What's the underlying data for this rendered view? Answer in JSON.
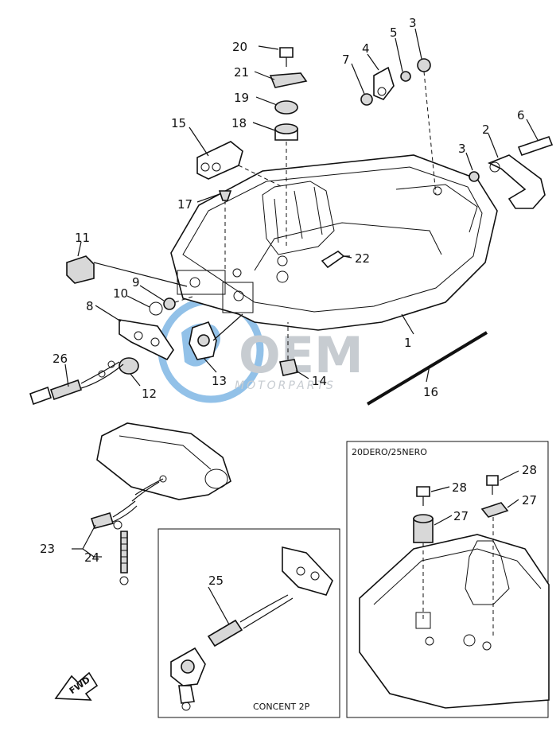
{
  "callouts": {
    "n1": "1",
    "n2": "2",
    "n3a": "3",
    "n3b": "3",
    "n4": "4",
    "n5": "5",
    "n6": "6",
    "n7": "7",
    "n8": "8",
    "n9": "9",
    "n10": "10",
    "n11": "11",
    "n12": "12",
    "n13": "13",
    "n14": "14",
    "n15": "15",
    "n16": "16",
    "n17": "17",
    "n18": "18",
    "n19": "19",
    "n20": "20",
    "n21": "21",
    "n22": "22",
    "n23": "23",
    "n24": "24",
    "n25": "25",
    "n26": "26",
    "n27a": "27",
    "n27b": "27",
    "n28a": "28",
    "n28b": "28"
  },
  "boxes": {
    "model_box_title": "20DERO/25NERO",
    "concent_box_title": "CONCENT 2P"
  },
  "fwd_label": "FWD",
  "watermark": {
    "brand": "OEM",
    "tagline": "MOTORPARTS",
    "color": "#3a8fd6"
  }
}
